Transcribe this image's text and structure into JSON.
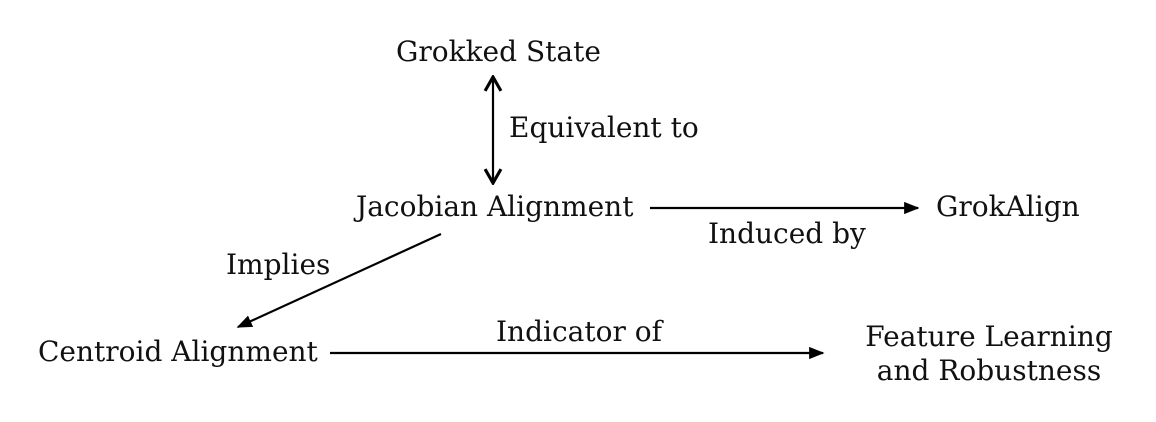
{
  "nodes": {
    "grokked_state": "Grokked State",
    "jacobian_alignment": "Jacobian Alignment",
    "grokalign": "GrokAlign",
    "centroid_alignment": "Centroid Alignment",
    "feature_learning": "Feature Learning and Robustness"
  },
  "edges": {
    "equivalent": "Equivalent to",
    "induced": "Induced by",
    "implies": "Implies",
    "indicator": "Indicator of"
  }
}
